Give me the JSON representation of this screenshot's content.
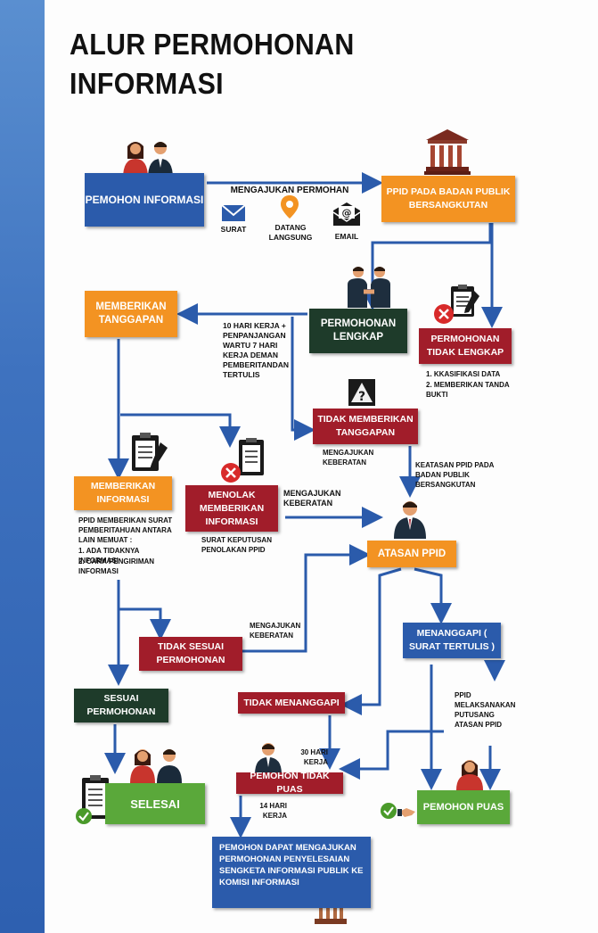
{
  "title_line1": "ALUR PERMOHONAN",
  "title_line2": "INFORMASI",
  "boxes": {
    "pemohon": "PEMOHON INFORMASI",
    "ppid_badan": "PPID PADA BADAN PUBLIK BERSANGKUTAN",
    "memberikan_tanggapan": "MEMBERIKAN TANGGAPAN",
    "permohonan_lengkap": "PERMOHONAN LENGKAP",
    "permohonan_tidak_lengkap": "PERMOHONAN TIDAK LENGKAP",
    "tidak_memberikan_tanggapan": "TIDAK MEMBERIKAN TANGGAPAN",
    "memberikan_informasi": "MEMBERIKAN INFORMASI",
    "menolak": "MENOLAK MEMBERIKAN INFORMASI",
    "atasan_ppid": "ATASAN PPID",
    "menanggapi": "MENANGGAPI ( SURAT TERTULIS )",
    "tidak_sesuai": "TIDAK SESUAI PERMOHONAN",
    "sesuai": "SESUAI PERMOHONAN",
    "tidak_menanggapi": "TIDAK MENANGGAPI",
    "pemohon_tidak_puas": "PEMOHON TIDAK PUAS",
    "selesai": "SELESAI",
    "pemohon_puas": "PEMOHON PUAS",
    "sengketa": "PEMOHON DAPAT MENGAJUKAN PERMOHONAN PENYELESAIAN SENGKETA INFORMASI PUBLIK KE KOMISI INFORMASI"
  },
  "labels": {
    "mengajukan_permohonan": "MENGAJUKAN PERMOHAN",
    "surat": "SURAT",
    "datang_langsung": "DATANG LANGSUNG",
    "email": "EMAIL",
    "sepuluh_hari": "10 HARI KERJA + PENPANJANGAN WARTU 7 HARI KERJA DEMAN PEMBERITANDAN TERTULIS",
    "tidak_lengkap_1": "1. KKASIFIKASI DATA",
    "tidak_lengkap_2": "2. MEMBERIKAN TANDA BUKTI",
    "mengajukan_keberatan_1": "MENGAJUKAN KEBERATAN",
    "keatasan": "KEATASAN PPID PADA BADAN PUBLIK BERSANGKUTAN",
    "ppid_memberikan": "PPID MEMBERIKAN SURAT PEMBERITAHUAN ANTARA LAIN MEMUAT :",
    "ppid_memberikan_1": "1. ADA TIDAKNYA INFORMASI",
    "ppid_memberikan_2": "2. CARA PENGIRIMAN INFORMASI",
    "mengajukan_keberatan_2": "MENGAJUKAN KEBERATAN",
    "surat_keputusan": "SURAT KEPUTUSAN PENOLAKAN PPID",
    "mengajukan_keberatan_3": "MENGAJUKAN KEBERATAN",
    "ppid_melaksanakan": "PPID MELAKSANAKAN PUTUSANG ATASAN PPID",
    "tiga_puluh_hari": "30 HARI KERJA",
    "empat_belas_hari": "14 HARI KERJA"
  },
  "colors": {
    "blue": "#2b5bab",
    "orange": "#f39322",
    "dark_green": "#1e3b2a",
    "red": "#a11d2a",
    "green": "#5aa83a",
    "arrow": "#2b5bab"
  },
  "icons": [
    "couple-icon",
    "building-icon",
    "envelope-icon",
    "location-pin-icon",
    "email-icon",
    "handshake-icon",
    "clipboard-icon",
    "reject-icon",
    "question-warning-icon",
    "businessman-icon",
    "checkmark-icon",
    "court-icon"
  ]
}
